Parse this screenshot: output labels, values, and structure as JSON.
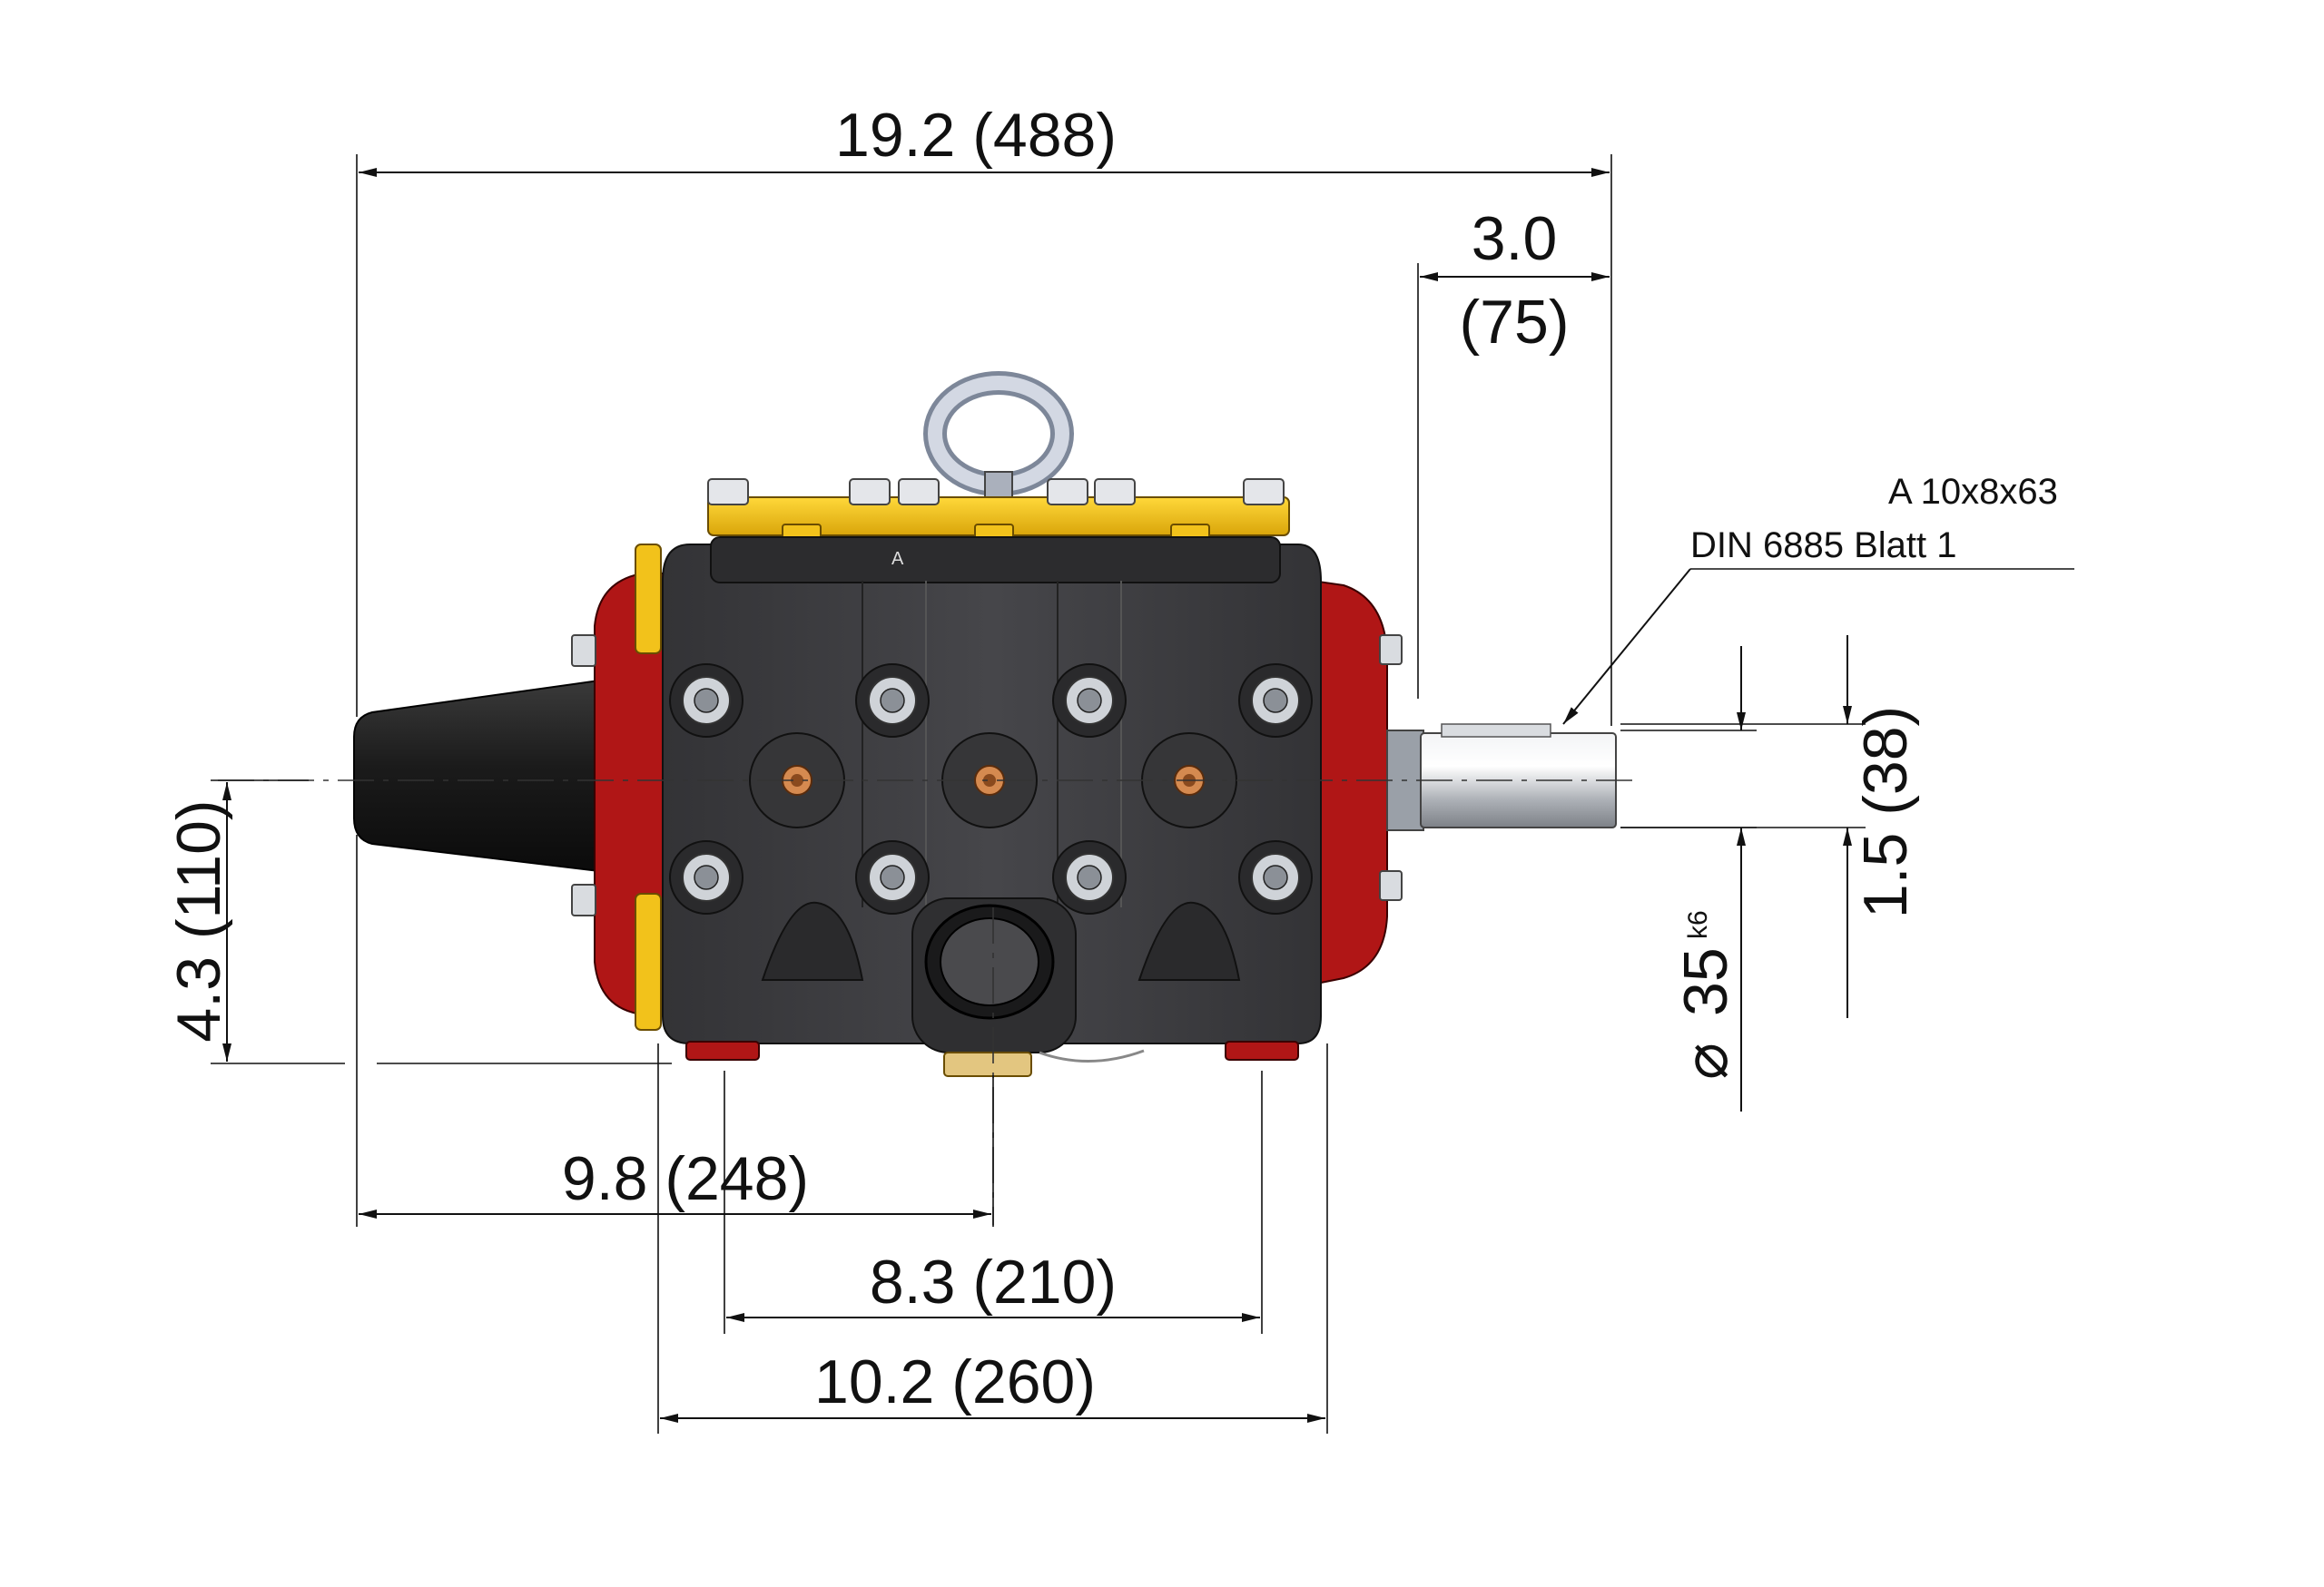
{
  "drawing": {
    "dimensions": {
      "overall_length": "19.2 (488)",
      "shaft_length_in": "3.0",
      "shaft_length_mm": "(75)",
      "axis_height": "4.3 (110)",
      "key_height": "1.5 (38)",
      "port_offset": "9.8 (248)",
      "foot_holes": "8.3 (210)",
      "foot_width": "10.2 (260)",
      "shaft_diameter": "35",
      "shaft_diameter_symbol": "⌀",
      "shaft_tolerance": "k6"
    },
    "key_callout": {
      "line1": "A 10x8x63",
      "line2": "DIN 6885 Blatt 1"
    },
    "body_marking": "A",
    "colors": {
      "body": "#3c3c3e",
      "manifold": "#f2c21b",
      "flanges": "#b01616",
      "shaft": "#c9ccd1",
      "lifting_eye": "#c8cdd6"
    }
  }
}
